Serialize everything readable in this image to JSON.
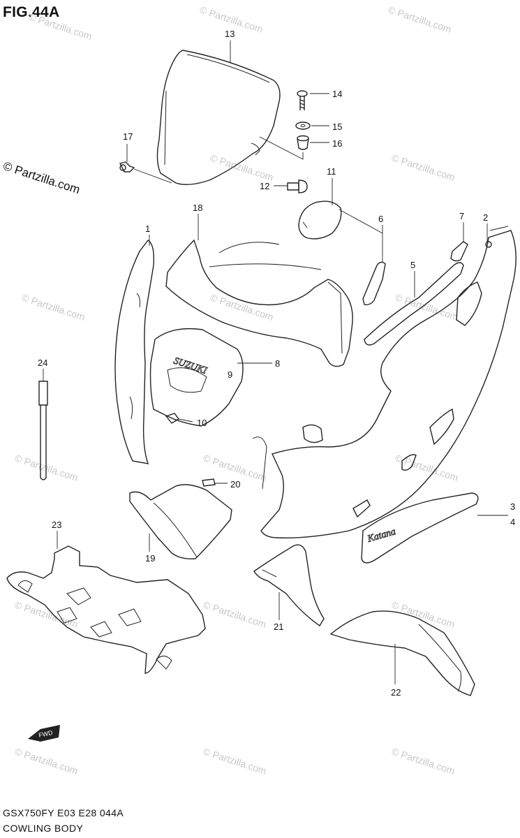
{
  "figure_title": "FIG.44A",
  "copyright": "© Partzilla.com",
  "watermark": "© Partzilla.com",
  "brand_label": "SUZUKI",
  "katana_label": "Katana",
  "fwd_label": "FWD",
  "footer": {
    "model_line": "GSX750FY E03 E28  044A",
    "section": "COWLING BODY"
  },
  "parts": {
    "p1": "1",
    "p2": "2",
    "p3": "3",
    "p4": "4",
    "p5": "5",
    "p6": "6",
    "p7": "7",
    "p8": "8",
    "p9": "9",
    "p10": "10",
    "p11": "11",
    "p12": "12",
    "p13": "13",
    "p14": "14",
    "p15": "15",
    "p16": "16",
    "p17": "17",
    "p18": "18",
    "p19": "19",
    "p20": "20",
    "p21": "21",
    "p22": "22",
    "p23": "23",
    "p24": "24"
  }
}
